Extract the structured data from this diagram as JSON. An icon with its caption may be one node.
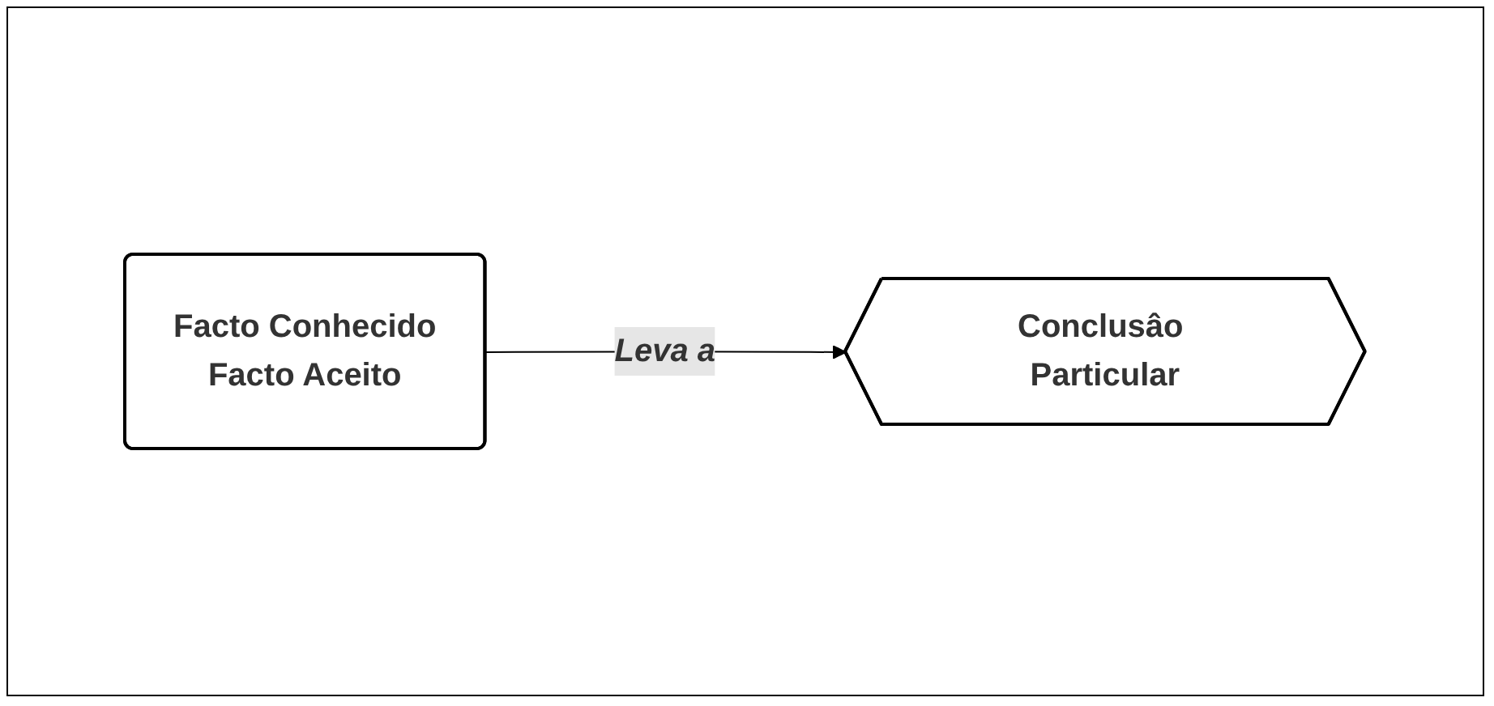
{
  "diagram": {
    "nodes": [
      {
        "text": [
          "Facto Conhecido",
          "Facto Aceito"
        ]
      },
      {
        "text": [
          "Conclusâo Particular"
        ]
      }
    ],
    "edges": [
      {
        "from": 0,
        "to": 1,
        "arrow": "to",
        "label": "Leva a"
      }
    ]
  }
}
